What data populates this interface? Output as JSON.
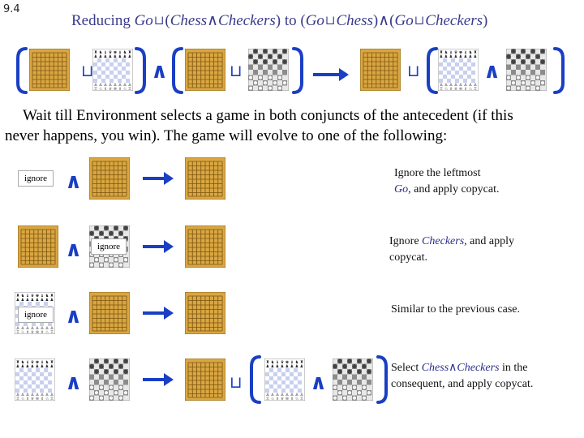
{
  "slide_number": "9.4",
  "title": {
    "prefix": "Reducing ",
    "go1": "Go",
    "op_choice1": "⊔",
    "open_paren1": "(",
    "chess1": "Chess",
    "op_and1": "∧",
    "checkers1": "Checkers",
    "close_paren1": ")",
    "middle": " to ",
    "open_paren2": "(",
    "go2": "Go",
    "op_choice2": "⊔",
    "chess2": "Chess",
    "close_paren2": ")",
    "op_and2": "∧",
    "open_paren3": "(",
    "go3": "Go",
    "op_choice3": "⊔",
    "checkers2": "Checkers",
    "close_paren3": ")"
  },
  "intro_line1": "Wait till Environment selects a game in both conjuncts of the antecedent (if this",
  "intro_line2": "never happens, you win). The game will evolve to one of the following:",
  "ignore_label": "ignore",
  "symbols": {
    "choice": "⊔",
    "and": "∧",
    "arrow": "→"
  },
  "colors": {
    "symbol": "#1a3fc4",
    "go_board": "#d9a642",
    "checker_dark": "#555555",
    "checker_light": "#e6e6e6"
  },
  "cases": [
    {
      "note": "Ignore the leftmost",
      "note_italic": "Go",
      "note_rest": ", and apply copycat."
    },
    {
      "note": "Ignore ",
      "note_italic": "Checkers",
      "note_rest": ", and apply copycat."
    },
    {
      "note": "Similar to the previous case.",
      "note_italic": "",
      "note_rest": ""
    },
    {
      "note": "Select ",
      "note_italic": "Chess∧Checkers",
      "note_rest": " in the consequent, and apply copycat."
    }
  ]
}
